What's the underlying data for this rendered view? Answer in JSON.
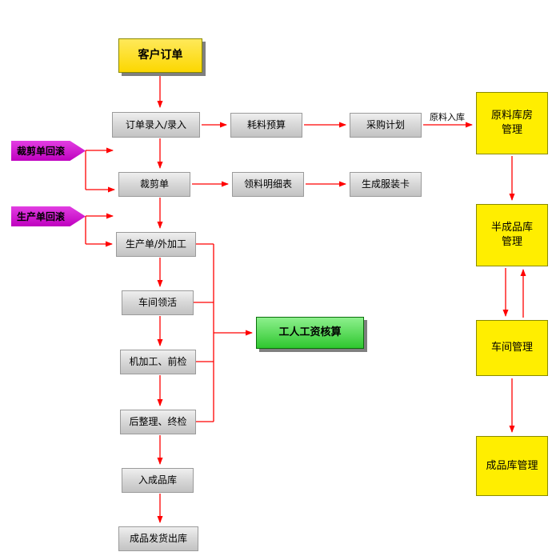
{
  "flowchart": {
    "main_flow": {
      "customer_order": "客户订单",
      "order_entry": "订单录入/录入",
      "cutting_order": "裁剪单",
      "production_order": "生产单/外加工",
      "workshop_pickup": "车间领活",
      "machining_front_inspection": "机加工、前检",
      "finishing_final_inspection": "后整理、终检",
      "into_finished_warehouse": "入成品库",
      "finished_goods_shipping": "成品发货出库"
    },
    "branch_row1": {
      "material_budget": "耗料预算",
      "purchase_plan": "采购计划",
      "raw_material_inbound_label": "原料入库"
    },
    "branch_row2": {
      "material_requisition_detail": "领料明细表",
      "generate_garment_card": "生成服装卡"
    },
    "right_column": {
      "raw_material_warehouse": "原料库房\n管理",
      "semi_finished_warehouse": "半成品库\n管理",
      "workshop_management": "车间管理",
      "finished_goods_warehouse": "成品库管理"
    },
    "salary": {
      "worker_salary_accounting": "工人工资核算"
    },
    "rollbacks": {
      "cutting_order_rollback": "裁剪单回滚",
      "production_order_rollback": "生产单回滚"
    },
    "colors": {
      "arrow": "#FF0000",
      "yellow_box": "#FFEE00",
      "green_box": "#3FCB3F",
      "magenta_banner": "#CC00CC",
      "gray_box": "#D9D9D9"
    }
  }
}
